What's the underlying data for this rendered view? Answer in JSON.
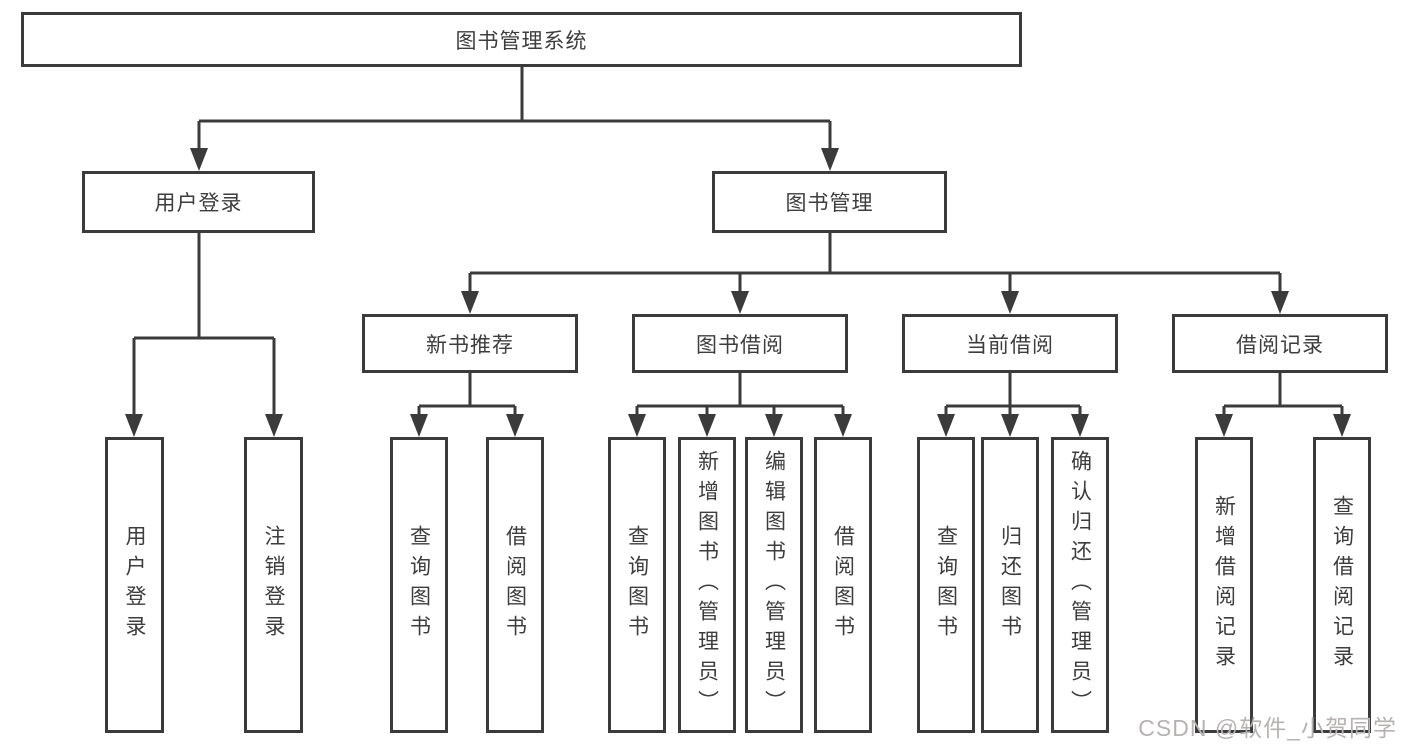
{
  "tree": {
    "root": {
      "label": "图书管理系统"
    },
    "branches": [
      {
        "label": "用户登录",
        "children": [
          {
            "label": "用户登录"
          },
          {
            "label": "注销登录"
          }
        ]
      },
      {
        "label": "图书管理",
        "children": [
          {
            "label": "新书推荐",
            "children": [
              {
                "label": "查询图书"
              },
              {
                "label": "借阅图书"
              }
            ]
          },
          {
            "label": "图书借阅",
            "children": [
              {
                "label": "查询图书"
              },
              {
                "label": "新增图书（管理员）"
              },
              {
                "label": "编辑图书（管理员）"
              },
              {
                "label": "借阅图书"
              }
            ]
          },
          {
            "label": "当前借阅",
            "children": [
              {
                "label": "查询图书"
              },
              {
                "label": "归还图书"
              },
              {
                "label": "确认归还（管理员）"
              }
            ]
          },
          {
            "label": "借阅记录",
            "children": [
              {
                "label": "新增借阅记录"
              },
              {
                "label": "查询借阅记录"
              }
            ]
          }
        ]
      }
    ]
  },
  "watermark": {
    "text": "CSDN @软件_小贺同学"
  },
  "colors": {
    "line": "#3b3b3b",
    "text": "#3d3d3d",
    "background": "#ffffff",
    "watermark": "#b7b2b2"
  }
}
